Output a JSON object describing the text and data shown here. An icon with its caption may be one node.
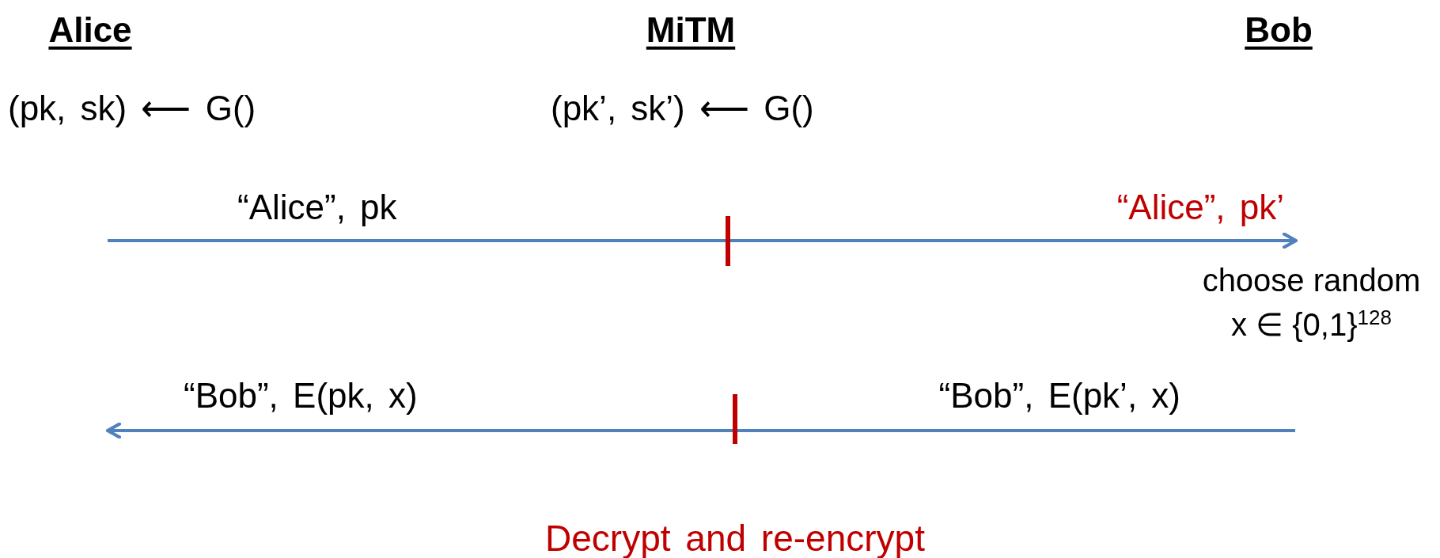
{
  "diagram": {
    "nodes": [
      {
        "text": [],
        "shape": "bar"
      },
      {
        "text": [],
        "shape": "bar"
      }
    ],
    "edges": [
      {
        "from": null,
        "to": 0,
        "arrow": "none",
        "label": "“Alice”, pk"
      },
      {
        "from": 0,
        "to": null,
        "arrow": "to",
        "label": "“Alice”, pk’"
      },
      {
        "from": null,
        "to": 1,
        "arrow": "none",
        "label": "“Bob”, E(pk’, x)"
      },
      {
        "from": 1,
        "to": null,
        "arrow": "to",
        "label": "“Bob”, E(pk, x)"
      }
    ],
    "labels": [
      "Alice",
      "MiTM",
      "Bob",
      "(pk, sk) ⟵ G()",
      "(pk’, sk’) ⟵ G()",
      "choose random x ∈ {0,1}$^{128}$",
      "Decrypt and re-encrypt"
    ]
  }
}
